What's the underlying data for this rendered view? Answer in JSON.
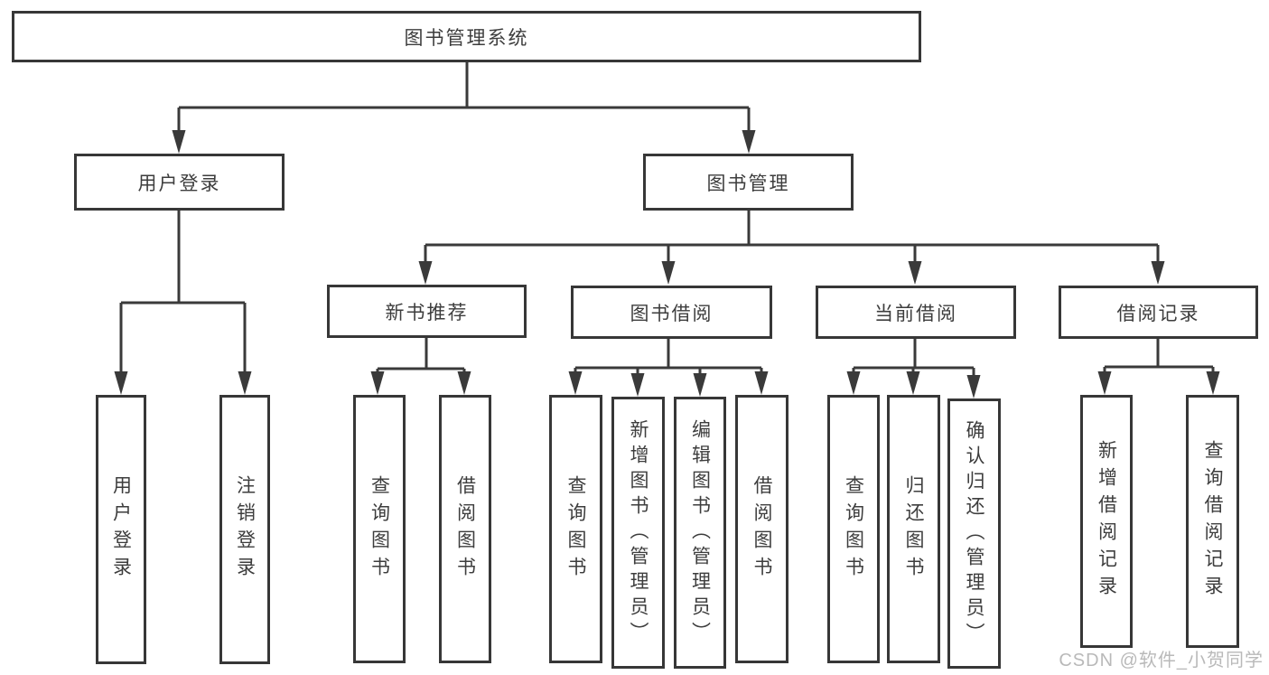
{
  "tree": {
    "root": {
      "label": "图书管理系统"
    },
    "branches": [
      {
        "label": "用户登录",
        "children": [
          {
            "label": "用户登录"
          },
          {
            "label": "注销登录"
          }
        ]
      },
      {
        "label": "图书管理",
        "children": [
          {
            "label": "新书推荐",
            "children": [
              {
                "label": "查询图书"
              },
              {
                "label": "借阅图书"
              }
            ]
          },
          {
            "label": "图书借阅",
            "children": [
              {
                "label": "查询图书"
              },
              {
                "label": "新增图书（管理员）"
              },
              {
                "label": "编辑图书（管理员）"
              },
              {
                "label": "借阅图书"
              }
            ]
          },
          {
            "label": "当前借阅",
            "children": [
              {
                "label": "查询图书"
              },
              {
                "label": "归还图书"
              },
              {
                "label": "确认归还（管理员）"
              }
            ]
          },
          {
            "label": "借阅记录",
            "children": [
              {
                "label": "新增借阅记录"
              },
              {
                "label": "查询借阅记录"
              }
            ]
          }
        ]
      }
    ]
  },
  "watermark": {
    "text": "CSDN @软件_小贺同学"
  },
  "colors": {
    "line": "#3a3a3a",
    "border": "#373737",
    "text": "#3d3d3d",
    "watermark": "#b9b9b9",
    "background": "#ffffff"
  }
}
